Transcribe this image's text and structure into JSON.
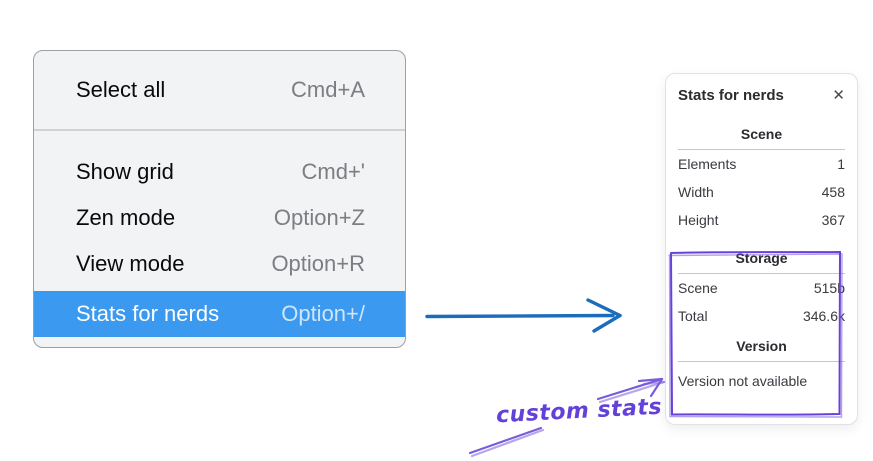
{
  "menu": {
    "items": [
      {
        "label": "Select all",
        "shortcut": "Cmd+A"
      },
      {
        "label": "Show grid",
        "shortcut": "Cmd+'"
      },
      {
        "label": "Zen mode",
        "shortcut": "Option+Z"
      },
      {
        "label": "View mode",
        "shortcut": "Option+R"
      },
      {
        "label": "Stats for nerds",
        "shortcut": "Option+/",
        "highlighted": true
      }
    ]
  },
  "stats_panel": {
    "title": "Stats for nerds",
    "close_icon": "✕",
    "sections": [
      {
        "header": "Scene",
        "rows": [
          {
            "label": "Elements",
            "value": "1"
          },
          {
            "label": "Width",
            "value": "458"
          },
          {
            "label": "Height",
            "value": "367"
          }
        ]
      },
      {
        "header": "Storage",
        "rows": [
          {
            "label": "Scene",
            "value": "515b"
          },
          {
            "label": "Total",
            "value": "346.6k"
          }
        ]
      },
      {
        "header": "Version",
        "rows": [],
        "message": "Version not available"
      }
    ]
  },
  "annotation": {
    "label": "custom stats"
  },
  "colors": {
    "menu_highlight": "#3b99f0",
    "flow_arrow": "#1c6cbe",
    "annotation_purple": "#6741d9"
  }
}
